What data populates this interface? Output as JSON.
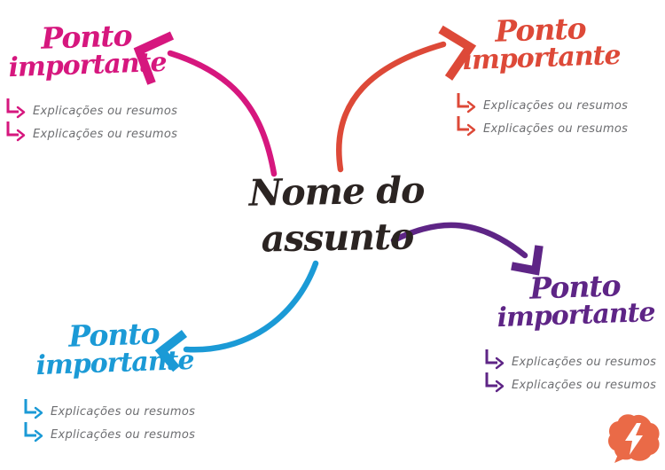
{
  "title": {
    "line1": "Nome do",
    "line2": "assunto",
    "color": "#2b2422"
  },
  "notes_text_color": "#6d6e71",
  "branches": [
    {
      "name": "top-left",
      "color": "#d6177e",
      "heading": {
        "line1": "Ponto",
        "line2": "importante"
      },
      "items": [
        "Explicações ou resumos",
        "Explicações ou resumos"
      ]
    },
    {
      "name": "top-right",
      "color": "#dd4938",
      "heading": {
        "line1": "Ponto",
        "line2": "importante"
      },
      "items": [
        "Explicações ou resumos",
        "Explicações ou resumos"
      ]
    },
    {
      "name": "right",
      "color": "#5e2586",
      "heading": {
        "line1": "Ponto",
        "line2": "importante"
      },
      "items": [
        "Explicações ou resumos",
        "Explicações ou resumos"
      ]
    },
    {
      "name": "bottom-left",
      "color": "#1b9ad6",
      "heading": {
        "line1": "Ponto",
        "line2": "importante"
      },
      "items": [
        "Explicações ou resumos",
        "Explicações ou resumos"
      ]
    }
  ],
  "logo": {
    "icon": "brain-lightning-icon",
    "color": "#ea6a47",
    "bolt_color": "#ffffff"
  }
}
